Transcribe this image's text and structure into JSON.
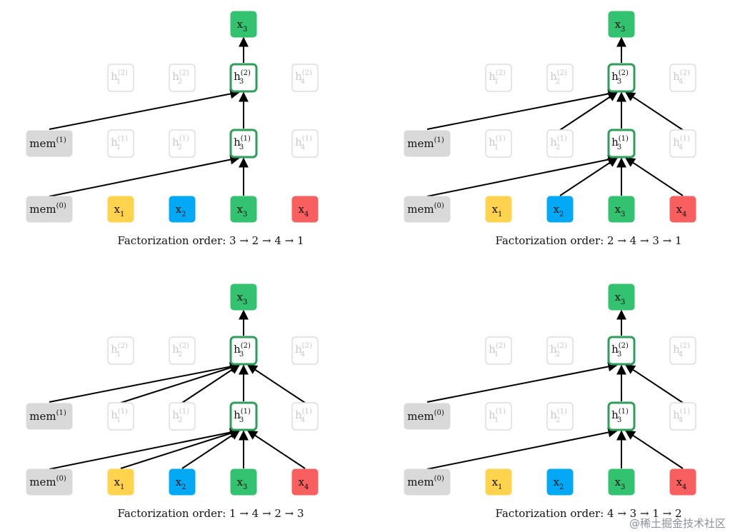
{
  "colors": {
    "x1": "#FFD34E",
    "x2": "#03A9F4",
    "x3": "#33C26F",
    "x4": "#FA5F5F",
    "mem": "#D9D9D9",
    "active_border": "#2E9E5B",
    "faded": "#DDDDDD",
    "faded_text": "#C9C9C9",
    "arrow": "#000000"
  },
  "labels": {
    "mem_layer0": "mem",
    "mem_sup0": "(0)",
    "mem_sup1": "(1)",
    "x_base": "x",
    "h_base": "h",
    "h_sup1": "(1)",
    "h_sup2": "(2)",
    "subscripts": [
      "1",
      "2",
      "3",
      "4"
    ],
    "top_output": "x",
    "top_output_sub": "3"
  },
  "panels": [
    {
      "caption": "Factorization order: 3 → 2 → 4 → 1",
      "mem_upper_sup": "(1)",
      "layer1_inputs": [
        "mem"
      ],
      "layer2_inputs": [
        "mem"
      ]
    },
    {
      "caption": "Factorization order: 2 → 4 → 3 → 1",
      "mem_upper_sup": "(1)",
      "layer1_inputs": [
        "mem",
        "x2",
        "x4"
      ],
      "layer2_inputs": [
        "mem",
        "h2",
        "h4"
      ]
    },
    {
      "caption": "Factorization order: 1 → 4 → 2 → 3",
      "mem_upper_sup": "(1)",
      "layer1_inputs": [
        "mem",
        "x1",
        "x2",
        "x4"
      ],
      "layer2_inputs": [
        "mem",
        "h1",
        "h2",
        "h4"
      ]
    },
    {
      "caption": "Factorization order: 4 → 3 → 1 → 2",
      "mem_upper_sup": "(0)",
      "layer1_inputs": [
        "mem",
        "x4"
      ],
      "layer2_inputs": [
        "mem",
        "h4"
      ]
    }
  ],
  "watermark": "@稀土掘金技术社区"
}
